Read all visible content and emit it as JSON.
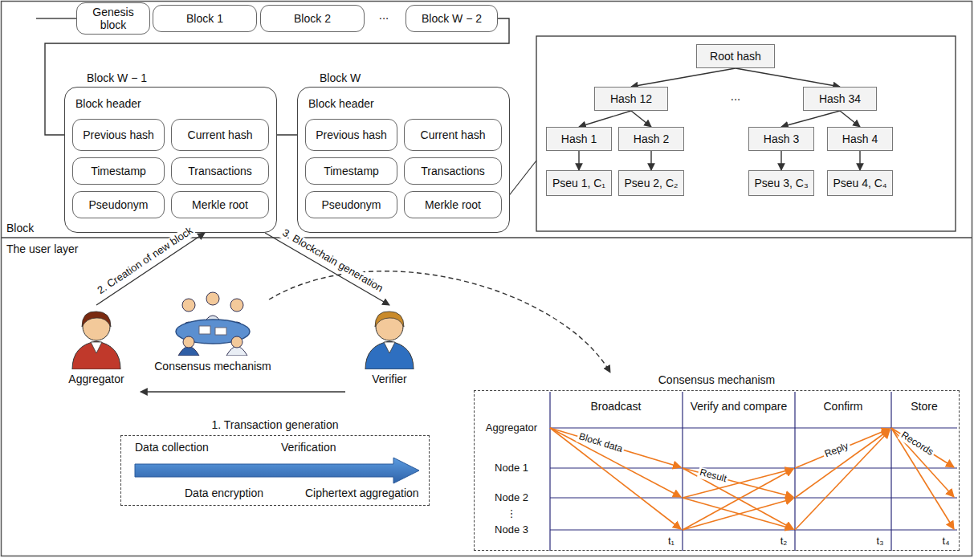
{
  "diagram": {
    "nodes": [
      {
        "text": [
          "Genesis block"
        ]
      },
      {
        "text": [
          "Block 1"
        ]
      },
      {
        "text": [
          "Block 2"
        ]
      },
      {
        "text": [
          "Block W − 2"
        ]
      },
      {
        "text": [
          "Block W − 1",
          "Block header"
        ]
      },
      {
        "text": [
          "Previous hash"
        ],
        "in": 4
      },
      {
        "text": [
          "Current hash"
        ],
        "in": 4
      },
      {
        "text": [
          "Timestamp"
        ],
        "in": 4
      },
      {
        "text": [
          "Transactions"
        ],
        "in": 4
      },
      {
        "text": [
          "Pseudonym"
        ],
        "in": 4
      },
      {
        "text": [
          "Merkle root"
        ],
        "in": 4
      },
      {
        "text": [
          "Block W",
          "Block header"
        ]
      },
      {
        "text": [
          "Previous hash"
        ],
        "in": 11
      },
      {
        "text": [
          "Current hash"
        ],
        "in": 11
      },
      {
        "text": [
          "Timestamp"
        ],
        "in": 11
      },
      {
        "text": [
          "Transactions"
        ],
        "in": 11
      },
      {
        "text": [
          "Pseudonym"
        ],
        "in": 11
      },
      {
        "text": [
          "Merkle root"
        ],
        "in": 11
      },
      {
        "text": [
          "Root hash"
        ]
      },
      {
        "text": [
          "Hash 12"
        ]
      },
      {
        "text": [
          "Hash 34"
        ]
      },
      {
        "text": [
          "Hash 1"
        ]
      },
      {
        "text": [
          "Hash 2"
        ]
      },
      {
        "text": [
          "Hash 3"
        ]
      },
      {
        "text": [
          "Hash 4"
        ]
      },
      {
        "text": [
          "Pseu 1, C₁"
        ]
      },
      {
        "text": [
          "Pseu 2, C₂"
        ]
      },
      {
        "text": [
          "Pseu 3, C₃"
        ]
      },
      {
        "text": [
          "Pseu 4, C₄"
        ]
      },
      {
        "text": [
          "Aggregator"
        ]
      },
      {
        "text": [
          "Consensus mechanism"
        ]
      },
      {
        "text": [
          "Verifier"
        ]
      },
      {
        "text": [
          "1. Transaction generation",
          "Data collection",
          "Verification",
          "Data encryption",
          "Ciphertext aggregation"
        ]
      },
      {
        "text": [
          "Consensus mechanism"
        ]
      }
    ],
    "edges": [
      {
        "from": 3,
        "to": 5,
        "arrow": "to"
      },
      {
        "from": 6,
        "to": 12,
        "arrow": "to"
      },
      {
        "from": 18,
        "to": 19,
        "arrow": "to"
      },
      {
        "from": 18,
        "to": 20,
        "arrow": "to"
      },
      {
        "from": 19,
        "to": 21,
        "arrow": "to"
      },
      {
        "from": 19,
        "to": 22,
        "arrow": "to"
      },
      {
        "from": 20,
        "to": 23,
        "arrow": "to"
      },
      {
        "from": 20,
        "to": 24,
        "arrow": "to"
      },
      {
        "from": 21,
        "to": 25,
        "arrow": "to"
      },
      {
        "from": 22,
        "to": 26,
        "arrow": "to"
      },
      {
        "from": 23,
        "to": 27,
        "arrow": "to"
      },
      {
        "from": 24,
        "to": 28,
        "arrow": "to"
      },
      {
        "from": 29,
        "to": 4,
        "label": "2. Creation of new block",
        "arrow": "to"
      },
      {
        "from": 4,
        "to": 31,
        "label": "3. Blockchain generation",
        "arrow": "to"
      },
      {
        "from": 31,
        "to": 29,
        "arrow": "to"
      },
      {
        "from": 30,
        "to": 33,
        "arrow": "to"
      }
    ],
    "labels": [
      "...",
      "Block",
      "...",
      "The user layer",
      "Broadcast",
      "Verify and compare",
      "Confirm",
      "Store",
      "Aggregator",
      "Block data",
      "Result",
      "Reply",
      "Records",
      "Node 1",
      "Node 2",
      "⋮",
      "Node 3",
      "t₁",
      "t₂",
      "t₃",
      "t₄"
    ]
  }
}
